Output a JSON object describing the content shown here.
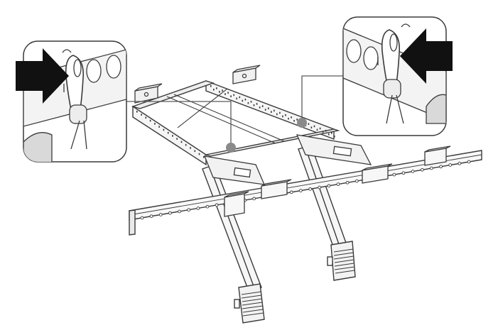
{
  "figure": {
    "subject": "assembly-diagram",
    "line_color": "#3a3a3a",
    "fill_light": "#f4f4f4",
    "fill_mid": "#d8d8d8",
    "fill_dark": "#9a9a9a",
    "arrow_color": "#111111",
    "leader_dot_color": "#8a8a8a",
    "callouts": [
      {
        "id": "left",
        "arrow_direction": "right"
      },
      {
        "id": "right",
        "arrow_direction": "left"
      }
    ]
  }
}
